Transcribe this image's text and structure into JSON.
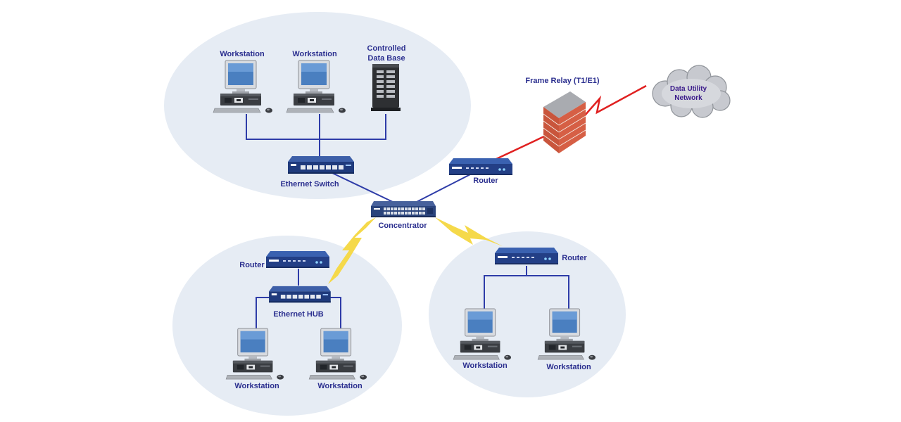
{
  "labels": {
    "workstation": "Workstation",
    "database": "Controlled Data Base",
    "database_line1": "Controlled",
    "database_line2": "Data Base",
    "ethernet_switch": "Ethernet Switch",
    "concentrator": "Concentrator",
    "router": "Router",
    "frame_relay": "Frame Relay (T1/E1)",
    "cloud_line1": "Data Utility",
    "cloud_line2": "Network",
    "ethernet_hub": "Ethernet HUB"
  },
  "colors": {
    "ellipse_fill": "#e6ecf4",
    "lan_link": "#2e3ca8",
    "wan_link": "#e02020",
    "wireless_link": "#f5d94a",
    "label_text": "#2b2f8f",
    "device_blue": "#2a4a8c",
    "firewall_brick": "#c6503a"
  },
  "icons": {
    "workstation": "desktop-computer-icon",
    "database": "server-tower-icon",
    "switch": "network-switch-icon",
    "router": "router-icon",
    "firewall": "brick-firewall-icon",
    "cloud": "cloud-icon"
  }
}
